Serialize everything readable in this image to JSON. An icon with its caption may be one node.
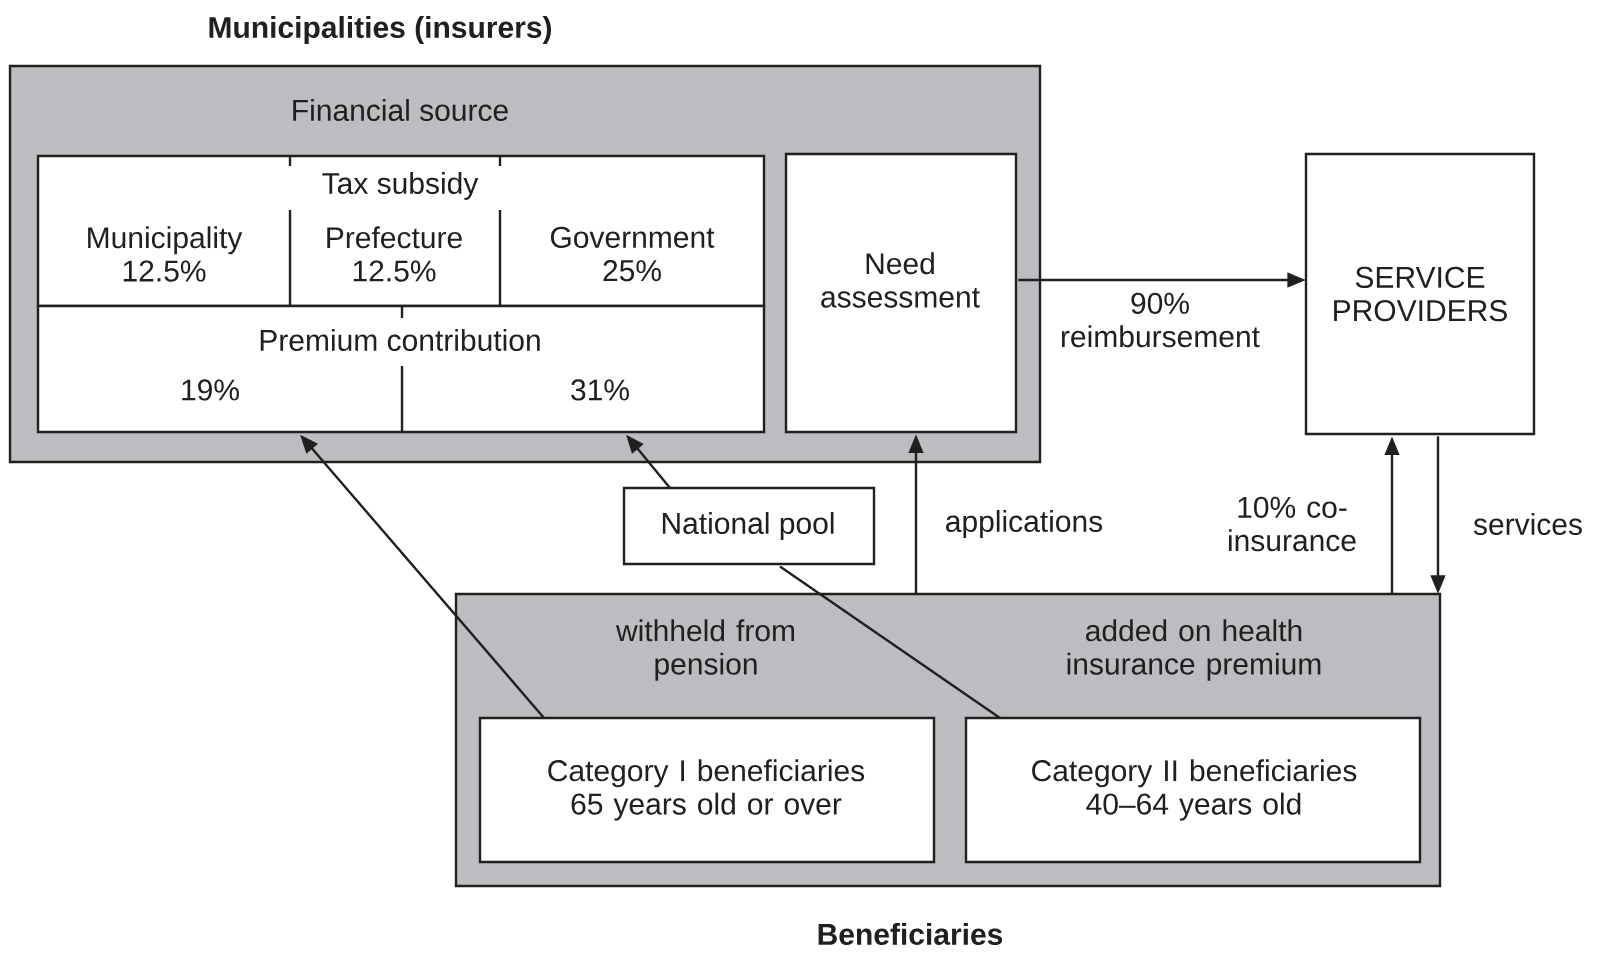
{
  "diagram": {
    "nodes": [
      {
        "text": [
          "Municipalities (insurers)",
          "Financial source"
        ]
      },
      {
        "text": [
          "Tax subsidy"
        ],
        "in": 0
      },
      {
        "text": [
          "Municipality 12.5%"
        ],
        "in": 1
      },
      {
        "text": [
          "Prefecture 12.5%"
        ],
        "in": 1
      },
      {
        "text": [
          "Government 25%"
        ],
        "in": 1
      },
      {
        "text": [
          "Premium contribution"
        ],
        "in": 0
      },
      {
        "text": [
          "19%"
        ],
        "in": 5
      },
      {
        "text": [
          "31%"
        ],
        "in": 5
      },
      {
        "text": [
          "Need assessment"
        ],
        "in": 0
      },
      {
        "text": [
          "SERVICE PROVIDERS"
        ]
      },
      {
        "text": [
          "National pool"
        ]
      },
      {
        "text": [
          "Beneficiaries"
        ]
      },
      {
        "text": [
          "Category I beneficiaries 65 years old or over"
        ],
        "in": 11,
        "beside": [
          "withheld from pension"
        ]
      },
      {
        "text": [
          "Category II beneficiaries 40–64 years old"
        ],
        "in": 11,
        "beside": [
          "added on health insurance premium"
        ]
      }
    ],
    "edges": [
      {
        "from": 12,
        "to": 6,
        "arrow": "to"
      },
      {
        "from": 13,
        "to": 10,
        "arrow": "none"
      },
      {
        "from": 10,
        "to": 7,
        "arrow": "to"
      },
      {
        "from": 11,
        "to": 8,
        "arrow": "to",
        "label": "applications"
      },
      {
        "from": 11,
        "to": 9,
        "arrow": "to",
        "label": "10% co-insurance"
      },
      {
        "from": 9,
        "to": 11,
        "arrow": "to",
        "label": "services"
      },
      {
        "from": 8,
        "to": 9,
        "arrow": "to",
        "label": "90% reimbursement"
      }
    ]
  }
}
